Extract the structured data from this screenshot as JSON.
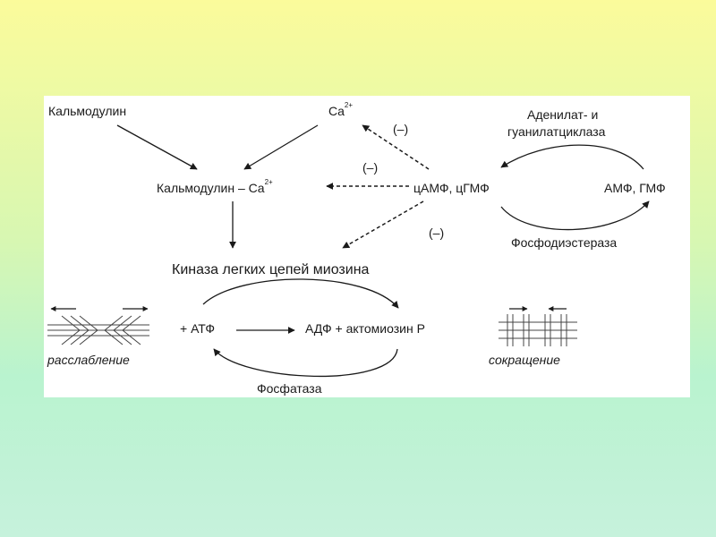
{
  "diagram": {
    "calmodulin": "Кальмодулин",
    "ca": "Ca",
    "ca_charge": "2+",
    "calmodulin_ca": "Кальмодулин – Ca",
    "calmodulin_ca_charge": "2+",
    "camp_cgmp": "цАМФ, цГМФ",
    "amp_gmp": "АМФ, ГМФ",
    "cyclase_line1": "Аденилат- и",
    "cyclase_line2": "гуанилатциклаза",
    "phosphodiesterase": "Фосфодиэстераза",
    "inhibit_ca": "(–)",
    "inhibit_complex": "(–)",
    "inhibit_kinase": "(–)",
    "kinase": "Киназа легких цепей миозина",
    "plus_atp": "+ АТФ",
    "adp_actomyosin": "АДФ + актомиозин Р",
    "phosphatase": "Фосфатаза",
    "relaxation": "расслабление",
    "contraction": "сокращение"
  }
}
